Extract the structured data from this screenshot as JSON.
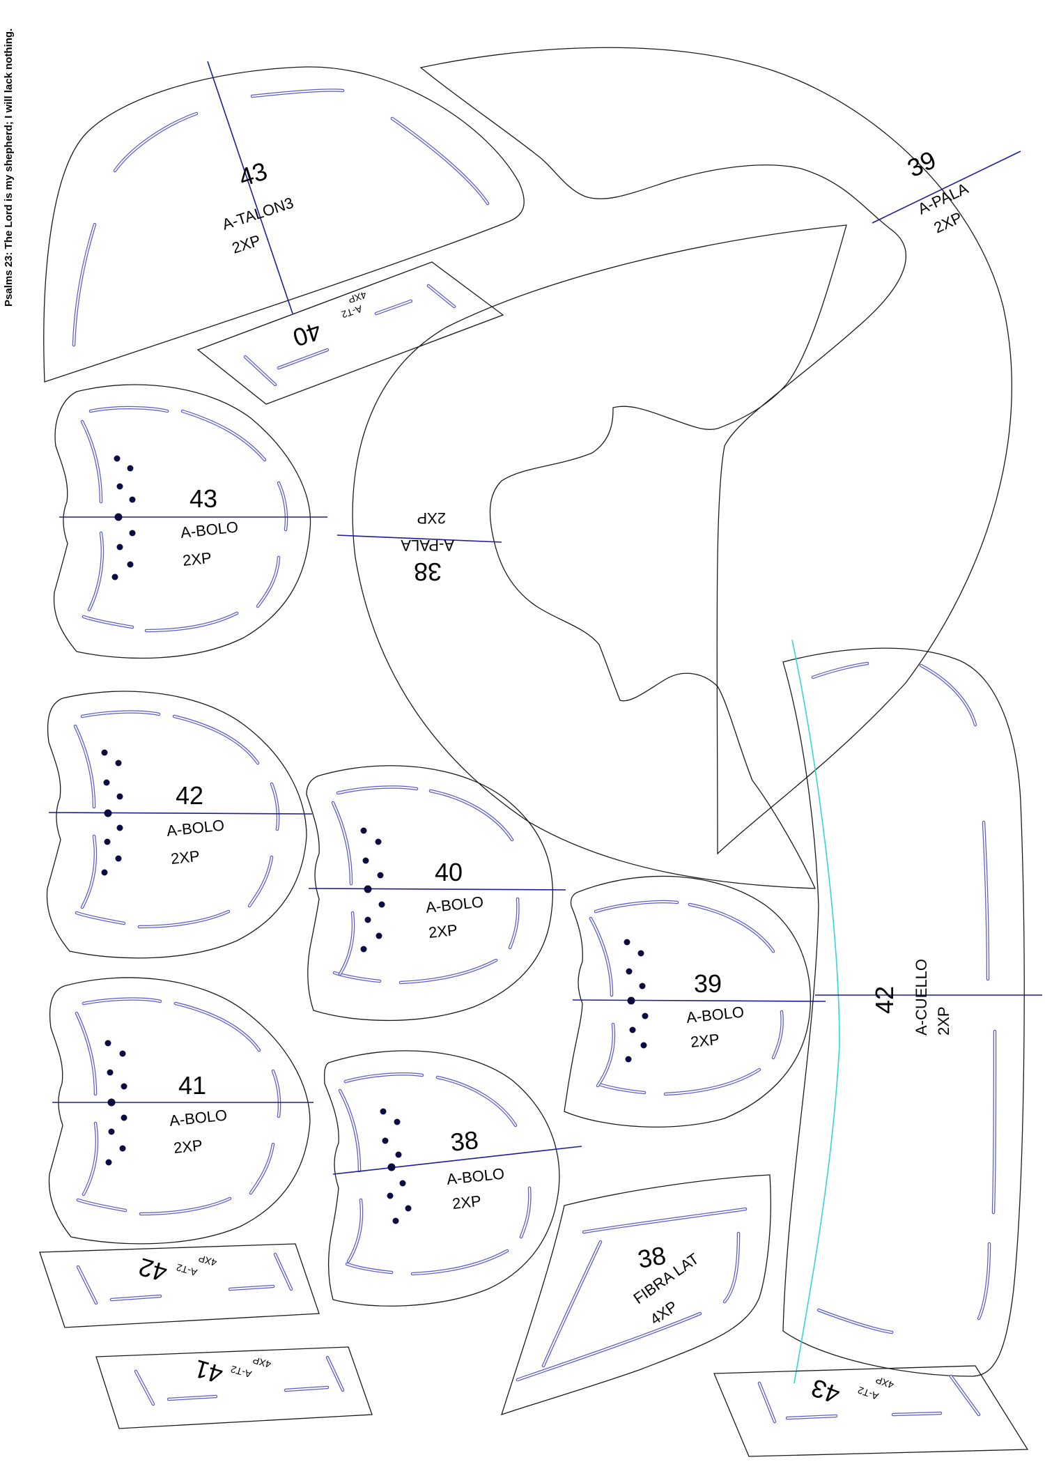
{
  "side_note": "Psalms 23: The Lord is my shepherd; I will lack nothing.",
  "colors": {
    "outline": "#1a1a1a",
    "stitch": "#5a5ad8",
    "axis": "#1c1c9c",
    "guide": "#33d6d6",
    "punch": "#0b0b40"
  },
  "pieces": {
    "talon43": {
      "size": "43",
      "name": "A-TALON3",
      "qty": "2XP"
    },
    "pala39": {
      "size": "39",
      "name": "A-PALA",
      "qty": "2XP"
    },
    "pala38": {
      "size": "38",
      "name": "A-PALA",
      "qty": "2XP"
    },
    "t2_40": {
      "size": "40",
      "name": "A-T2",
      "qty": "4XP"
    },
    "bolo43": {
      "size": "43",
      "name": "A-BOLO",
      "qty": "2XP"
    },
    "bolo42": {
      "size": "42",
      "name": "A-BOLO",
      "qty": "2XP"
    },
    "bolo40": {
      "size": "40",
      "name": "A-BOLO",
      "qty": "2XP"
    },
    "bolo39": {
      "size": "39",
      "name": "A-BOLO",
      "qty": "2XP"
    },
    "bolo41": {
      "size": "41",
      "name": "A-BOLO",
      "qty": "2XP"
    },
    "bolo38": {
      "size": "38",
      "name": "A-BOLO",
      "qty": "2XP"
    },
    "cuello42": {
      "size": "42",
      "name": "A-CUELLO",
      "qty": "2XP"
    },
    "fibra38": {
      "size": "38",
      "name": "FIBRA LAT",
      "qty": "4XP"
    },
    "t2_42": {
      "size": "42",
      "name": "A-T2",
      "qty": "4XP"
    },
    "t2_41": {
      "size": "41",
      "name": "A-T2",
      "qty": "4XP"
    },
    "t2_43": {
      "size": "43",
      "name": "A-T2",
      "qty": "4XP"
    }
  }
}
